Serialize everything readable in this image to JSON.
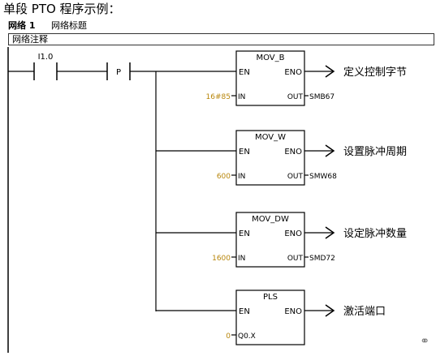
{
  "caption": "单段 PTO 程序示例：",
  "network": {
    "number": "网络 1",
    "title": "网络标题",
    "comment": "网络注释"
  },
  "contact": {
    "address": "I1.0",
    "edge": "P"
  },
  "boxes": [
    {
      "name": "MOV_B",
      "en": "EN",
      "eno": "ENO",
      "in_label": "IN",
      "out_label": "OUT",
      "in_value": "16#85",
      "out_value": "SMB67",
      "note": "定义控制字节"
    },
    {
      "name": "MOV_W",
      "en": "EN",
      "eno": "ENO",
      "in_label": "IN",
      "out_label": "OUT",
      "in_value": "600",
      "out_value": "SMW68",
      "note": "设置脉冲周期"
    },
    {
      "name": "MOV_DW",
      "en": "EN",
      "eno": "ENO",
      "in_label": "IN",
      "out_label": "OUT",
      "in_value": "1600",
      "out_value": "SMD72",
      "note": "设定脉冲数量"
    },
    {
      "name": "PLS",
      "en": "EN",
      "eno": "ENO",
      "in_label": "Q0.X",
      "out_label": "",
      "in_value": "0",
      "out_value": "",
      "note": "激活端口"
    }
  ],
  "colors": {
    "line": "#000000",
    "value": "#b8860b",
    "box_border": "#000000"
  }
}
